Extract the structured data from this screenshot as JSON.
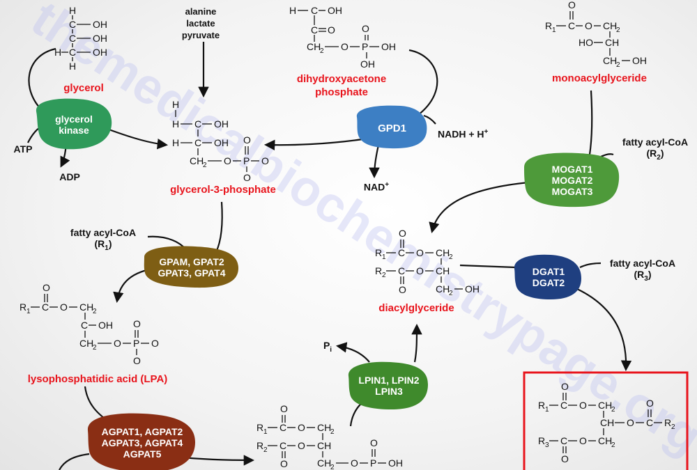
{
  "watermark": "themedicalbiochemistrypage.org",
  "metabolites": {
    "glycerol": "glycerol",
    "dhap_line1": "dihydroxyacetone",
    "dhap_line2": "phosphate",
    "monoacylglyceride": "monoacylglyceride",
    "g3p": "glycerol-3-phosphate",
    "diacylglyceride": "diacylglyceride",
    "lpa": "lysophosphatidic acid (LPA)"
  },
  "cofactors": {
    "precursors": [
      "alanine",
      "lactate",
      "pyruvate"
    ],
    "atp": "ATP",
    "adp": "ADP",
    "nadh": "NADH + H",
    "nadh_sup": "+",
    "nad": "NAD",
    "nad_sup": "+",
    "facoa_r1": "fatty acyl-CoA",
    "facoa_r1_sub": "(R",
    "facoa_r1_idx": "1",
    "facoa_r2": "fatty acyl-CoA",
    "facoa_r2_sub": "(R",
    "facoa_r2_idx": "2",
    "facoa_r3": "fatty acyl-CoA",
    "facoa_r3_sub": "(R",
    "facoa_r3_idx": "3",
    "pi": "P",
    "pi_sub": "i"
  },
  "enzymes": {
    "glycerol_kinase": [
      "glycerol",
      "kinase"
    ],
    "gpd1": [
      "GPD1"
    ],
    "mogat": [
      "MOGAT1",
      "MOGAT2",
      "MOGAT3"
    ],
    "gpat": [
      "GPAM, GPAT2",
      "GPAT3, GPAT4"
    ],
    "dgat": [
      "DGAT1",
      "DGAT2"
    ],
    "lpin": [
      "LPIN1, LPIN2",
      "LPIN3"
    ],
    "agpat": [
      "AGPAT1, AGPAT2",
      "AGPAT3, AGPAT4",
      "AGPAT5"
    ]
  },
  "colors": {
    "glycerol_kinase": "#2f9a5a",
    "gpd1": "#3d7fc4",
    "mogat": "#4e9a3a",
    "gpat": "#7e5e14",
    "dgat": "#1f3f80",
    "lpin": "#3f8a2c",
    "agpat": "#8a2e14",
    "product_box": "#e8141c",
    "label_red": "#e8141c"
  }
}
